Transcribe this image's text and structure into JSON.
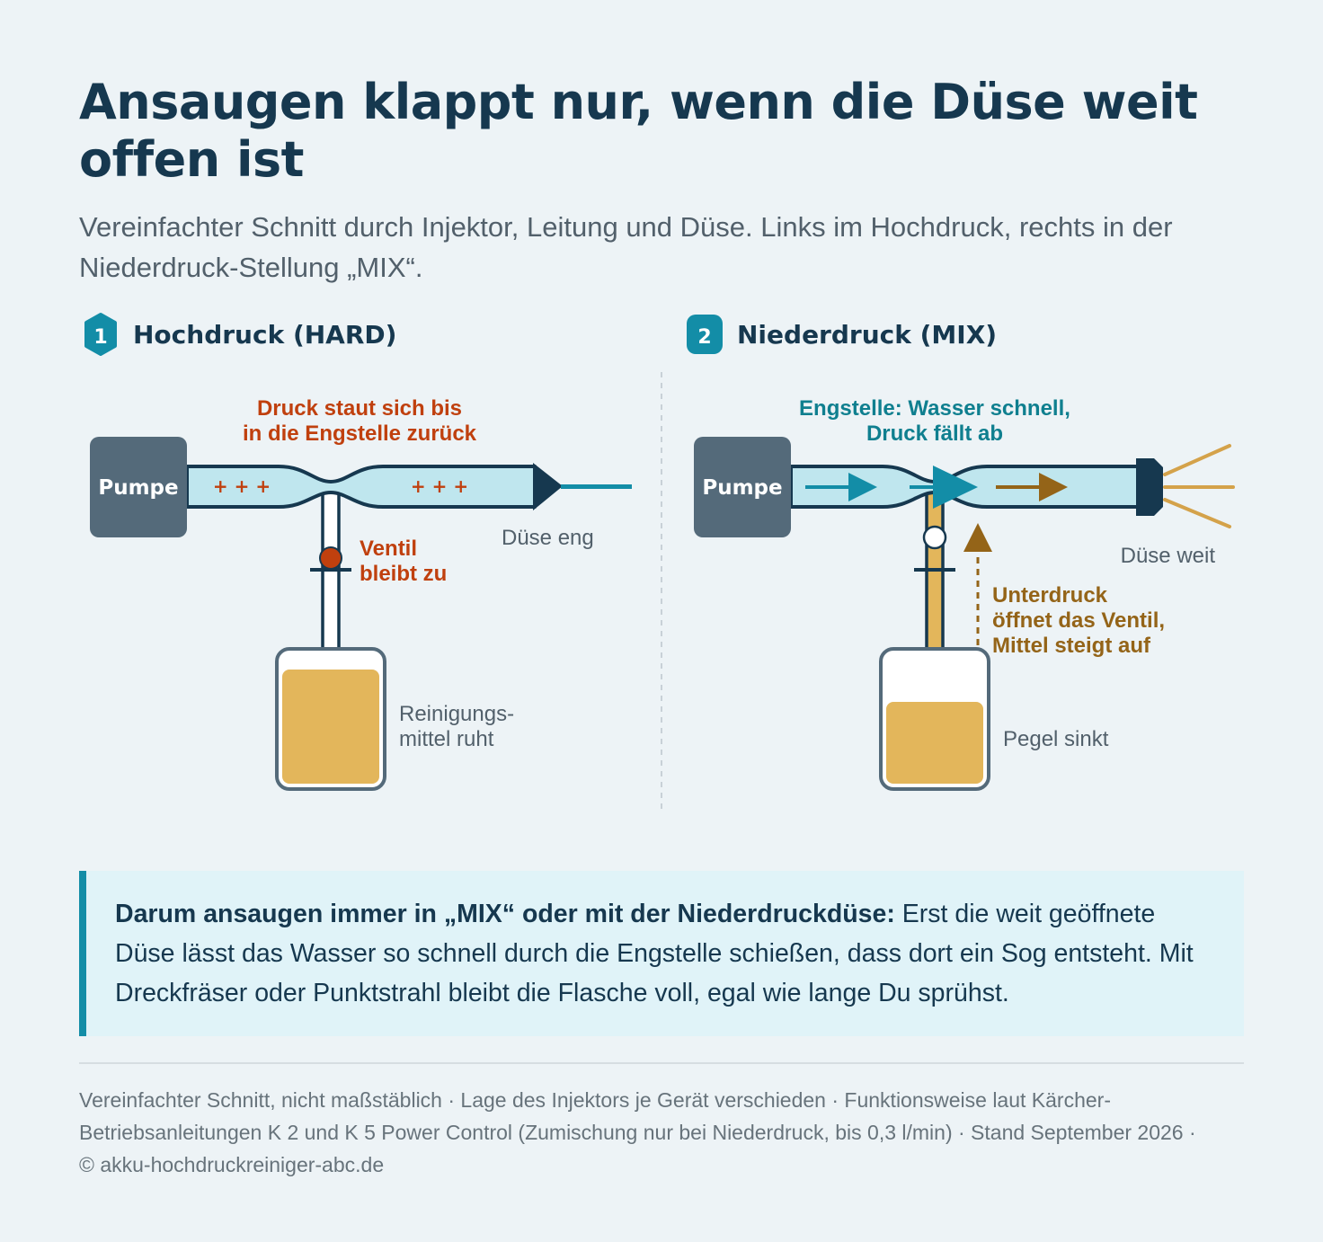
{
  "title": "Ansaugen klappt nur, wenn die Düse weit offen ist",
  "subtitle": "Vereinfachter Schnitt durch Injektor, Leitung und Düse. Links im Hochdruck, rechts in der Niederdruck-Stellung „MIX“.",
  "colors": {
    "navy": "#16384f",
    "teal": "#138da7",
    "pipe_fill": "#bfe6ee",
    "pump": "#546a7a",
    "detergent": "#e3b65b",
    "pressure_red": "#c0400e",
    "suction_brown": "#946418",
    "background": "#edf3f6",
    "callout_bg": "#e0f3f8"
  },
  "panels": {
    "hard": {
      "number": "1",
      "heading": "Hochdruck (HARD)",
      "pump_label": "Pumpe",
      "pressure_marks_left": "+ + +",
      "pressure_marks_right": "+ + +",
      "annotation_line1": "Druck staut sich bis",
      "annotation_line2": "in die Engstelle zurück",
      "valve_line1": "Ventil",
      "valve_line2": "bleibt zu",
      "nozzle_label": "Düse eng",
      "bottle_line1": "Reinigungs-",
      "bottle_line2": "mittel ruht",
      "bottle_fill_level": 0.87
    },
    "mix": {
      "number": "2",
      "heading": "Niederdruck (MIX)",
      "pump_label": "Pumpe",
      "annotation_line1": "Engstelle: Wasser schnell,",
      "annotation_line2": "Druck fällt ab",
      "suction_line1": "Unterdruck",
      "suction_line2": "öffnet das Ventil,",
      "suction_line3": "Mittel steigt auf",
      "nozzle_label": "Düse weit",
      "bottle_label": "Pegel sinkt",
      "bottle_fill_level": 0.62
    }
  },
  "callout": {
    "bold": "Darum ansaugen immer in „MIX“ oder mit der Niederdruckdüse:",
    "text": " Erst die weit geöffnete Düse lässt das Wasser so schnell durch die Engstelle schießen, dass dort ein Sog entsteht. Mit Dreckfräser oder Punktstrahl bleibt die Flasche voll, egal wie lange Du sprühst."
  },
  "footnote": "Vereinfachter Schnitt, nicht maßstäblich · Lage des Injektors je Gerät verschieden · Funktionsweise laut Kärcher-Betriebsanleitungen K 2 und K 5 Power Control (Zumischung nur bei Niederdruck, bis 0,3 l/min) · Stand September 2026 · © akku-hochdruckreiniger-abc.de"
}
